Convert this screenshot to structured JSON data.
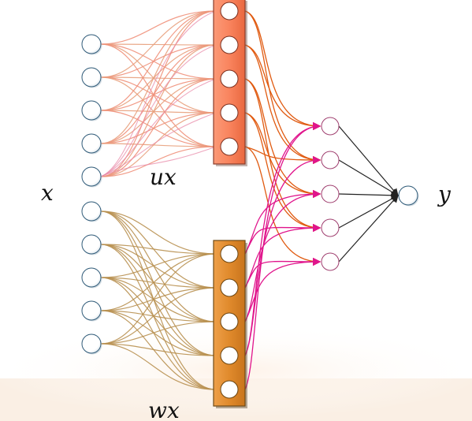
{
  "diagram": {
    "labels": {
      "x": "x",
      "ux": "ux",
      "wx": "wx",
      "y": "y"
    },
    "input_count": 10,
    "upper_hidden_count": 5,
    "lower_hidden_count": 5,
    "output_layer_count": 5,
    "colors": {
      "upper_box": "#f9845e",
      "upper_box_border": "#8a3d2b",
      "lower_box": "#e08a2c",
      "lower_box_border": "#6f4a16",
      "upper_edges": "#f0907a",
      "upper_edges_alt": "#e8a07c",
      "lower_edges": "#b89050",
      "upper_to_out": "#e05a10",
      "lower_to_out": "#e0158c",
      "out_to_y": "#222222",
      "node_fill": "#ffffff",
      "node_stroke": "#2f5a78",
      "output_node_stroke": "#a04070",
      "bottom_band": "#faefe4"
    }
  }
}
